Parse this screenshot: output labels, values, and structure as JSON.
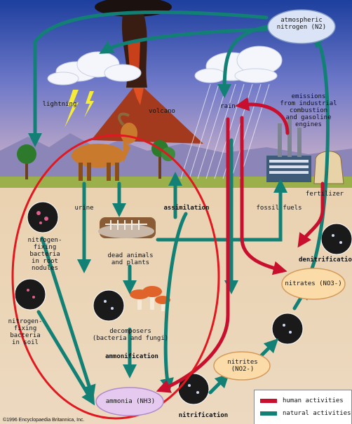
{
  "labels": {
    "atmospheric": "atmospheric\nnitrogen (N2)",
    "lightning": "lightning",
    "volcano": "volcano",
    "rain": "rain",
    "emissions": "emissions\nfrom industrial\ncombustion\nand gasoline\nengines",
    "urine": "urine",
    "assimilation": "assimilation",
    "fossil_fuels": "fossil fuels",
    "fertilizer": "fertilizer",
    "nfix_root": "nitrogen-\nfixing\nbacteria\nin root\nnodules",
    "dead": "dead animals\nand plants",
    "denitrification": "denitrification",
    "nitrates": "nitrates (NO3-)",
    "nfix_soil": "nitrogen-\nfixing\nbacteria\nin soil",
    "decomposers": "decomposers\n(bacteria and fungi)",
    "ammonification": "ammonification",
    "nitrites": "nitrites (NO2-)",
    "ammonia": "ammonia (NH3)",
    "nitrification": "nitrification"
  },
  "legend": {
    "human": "human activities",
    "natural": "natural activities",
    "human_color": "#c8102e",
    "natural_color": "#128075"
  },
  "copyright": "©1996 Encyclopaedia Britannica, Inc."
}
